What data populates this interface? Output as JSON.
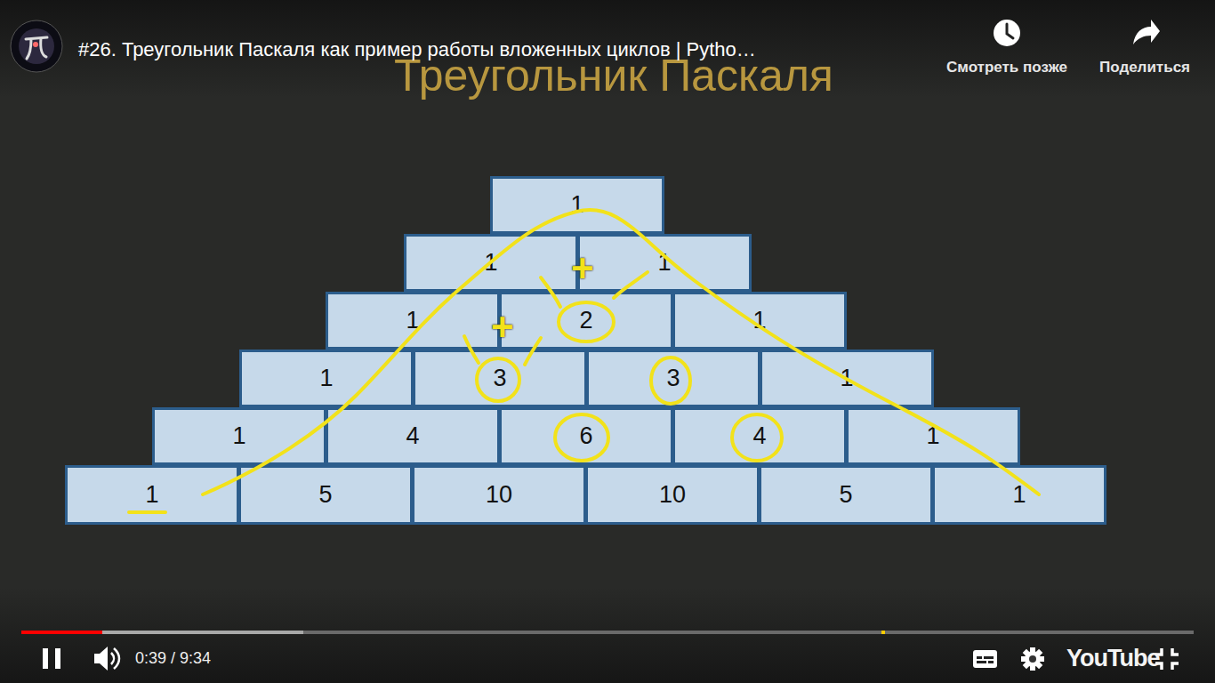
{
  "diagram": {
    "title": "Треугольник Паскаля",
    "nodes": [
      {
        "text": [
          "1"
        ]
      },
      {
        "text": [
          "1"
        ]
      },
      {
        "text": [
          "1"
        ]
      },
      {
        "text": [
          "1"
        ]
      },
      {
        "text": [
          "2"
        ]
      },
      {
        "text": [
          "1"
        ]
      },
      {
        "text": [
          "1"
        ]
      },
      {
        "text": [
          "3"
        ]
      },
      {
        "text": [
          "3"
        ]
      },
      {
        "text": [
          "1"
        ]
      },
      {
        "text": [
          "1"
        ]
      },
      {
        "text": [
          "4"
        ]
      },
      {
        "text": [
          "6"
        ]
      },
      {
        "text": [
          "4"
        ]
      },
      {
        "text": [
          "1"
        ]
      },
      {
        "text": [
          "1"
        ]
      },
      {
        "text": [
          "5"
        ]
      },
      {
        "text": [
          "10"
        ]
      },
      {
        "text": [
          "10"
        ]
      },
      {
        "text": [
          "5"
        ]
      },
      {
        "text": [
          "1"
        ]
      }
    ],
    "labels": [
      "#26. Треугольник Паскаля как пример работы вложенных циклов | Pytho…",
      "Смотреть позже",
      "Поделиться",
      "+",
      "+",
      "0:39 / 9:34",
      "YouTube"
    ]
  }
}
